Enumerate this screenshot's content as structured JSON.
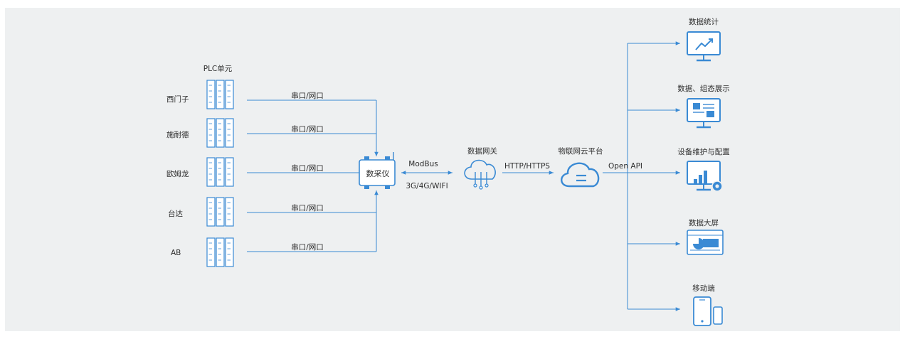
{
  "colors": {
    "accent": "#3a8ad4",
    "background": "#eef0f1",
    "text": "#2d2d2d"
  },
  "plc": {
    "title": "PLC单元",
    "brands": [
      "西门子",
      "施耐德",
      "欧姆龙",
      "台达",
      "AB"
    ],
    "icon": "plc-rack-icon"
  },
  "links": {
    "serial_net": "串口/网口",
    "modbus": "ModBus",
    "modbus_sub": "3G/4G/WIFI",
    "http": "HTTP/HTTPS",
    "open_api": "Open API"
  },
  "collector": {
    "label": "数采仪",
    "icon": "data-collector-icon"
  },
  "gateway": {
    "label": "数据网关",
    "icon": "cloud-gateway-icon"
  },
  "platform": {
    "label": "物联网云平台",
    "icon": "cloud-platform-icon"
  },
  "apps": [
    {
      "label": "数据统计",
      "icon": "monitor-chart-icon"
    },
    {
      "label": "数据、组态展示",
      "icon": "monitor-dashboard-icon"
    },
    {
      "label": "设备维护与配置",
      "icon": "monitor-gear-icon"
    },
    {
      "label": "数据大屏",
      "icon": "big-screen-icon"
    },
    {
      "label": "移动端",
      "icon": "mobile-device-icon"
    }
  ]
}
